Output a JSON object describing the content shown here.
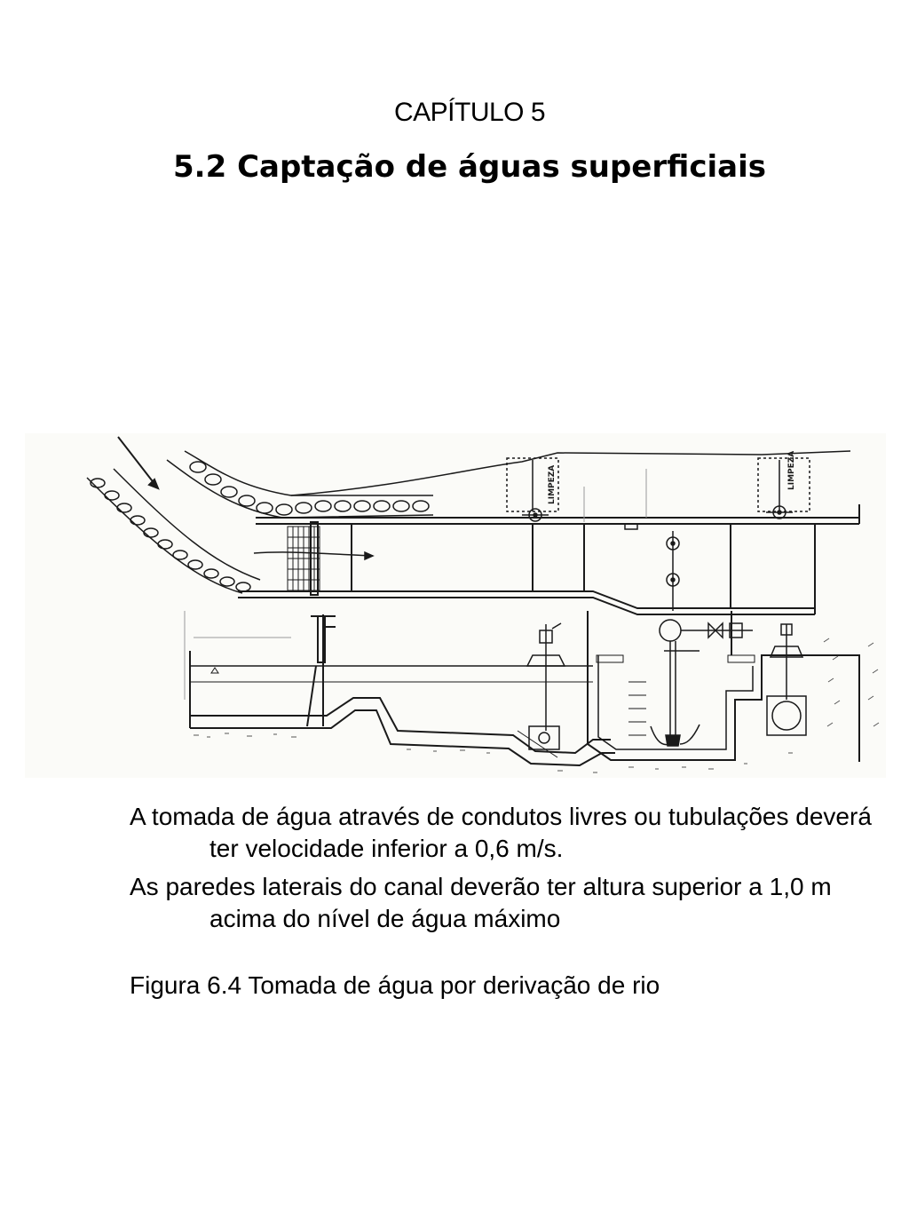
{
  "header": {
    "chapter": "CAPÍTULO 5",
    "title": "5.2 Captação de águas superficiais"
  },
  "figure": {
    "labels": {
      "cleaning_left": "LIMPEZA",
      "cleaning_right": "LIMPEZA"
    }
  },
  "body": {
    "paragraphs": [
      "A tomada de água através de condutos livres ou tubulações deverá ter velocidade inferior a 0,6 m/s.",
      "As paredes laterais do canal deverão ter altura superior a 1,0 m acima do nível de água máximo"
    ],
    "caption": "Figura 6.4 Tomada de água por derivação de rio"
  }
}
